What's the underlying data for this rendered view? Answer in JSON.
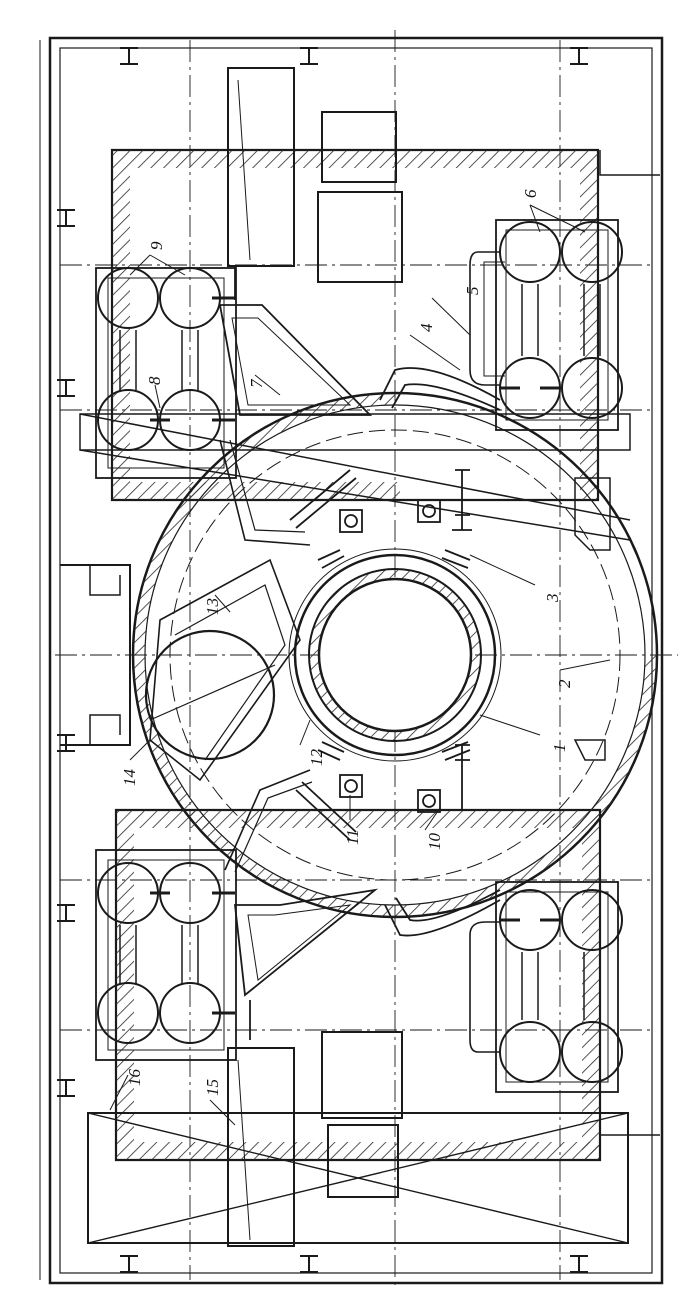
{
  "colors": {
    "paper": "#ffffff",
    "ink": "#1a1a1a",
    "hatch": "#2a2a2a"
  },
  "labels": [
    "1",
    "2",
    "3",
    "4",
    "5",
    "6",
    "7",
    "8",
    "9",
    "10",
    "11",
    "12",
    "13",
    "14",
    "15",
    "16"
  ]
}
